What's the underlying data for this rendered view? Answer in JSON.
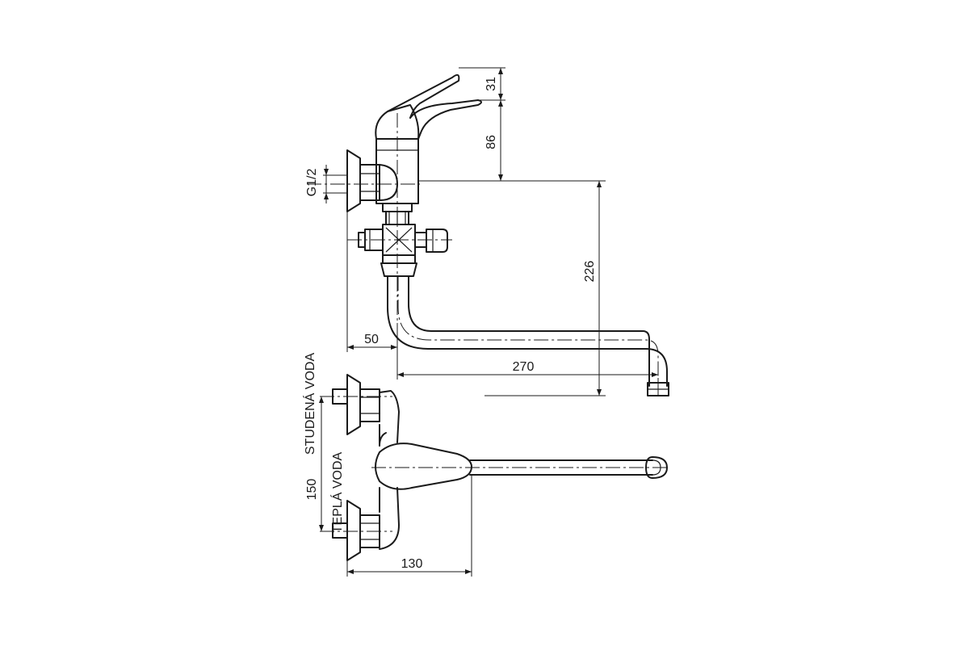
{
  "drawing": {
    "dimensions": {
      "lever_height": "31",
      "body_height": "86",
      "thread_size": "G1/2",
      "spout_drop": "226",
      "wall_offset": "50",
      "spout_reach": "270",
      "inlet_spacing": "150",
      "body_depth": "130"
    },
    "inlet_labels": {
      "cold": "STUDENÁ VODA",
      "hot": "TEPLÁ VODA"
    }
  }
}
